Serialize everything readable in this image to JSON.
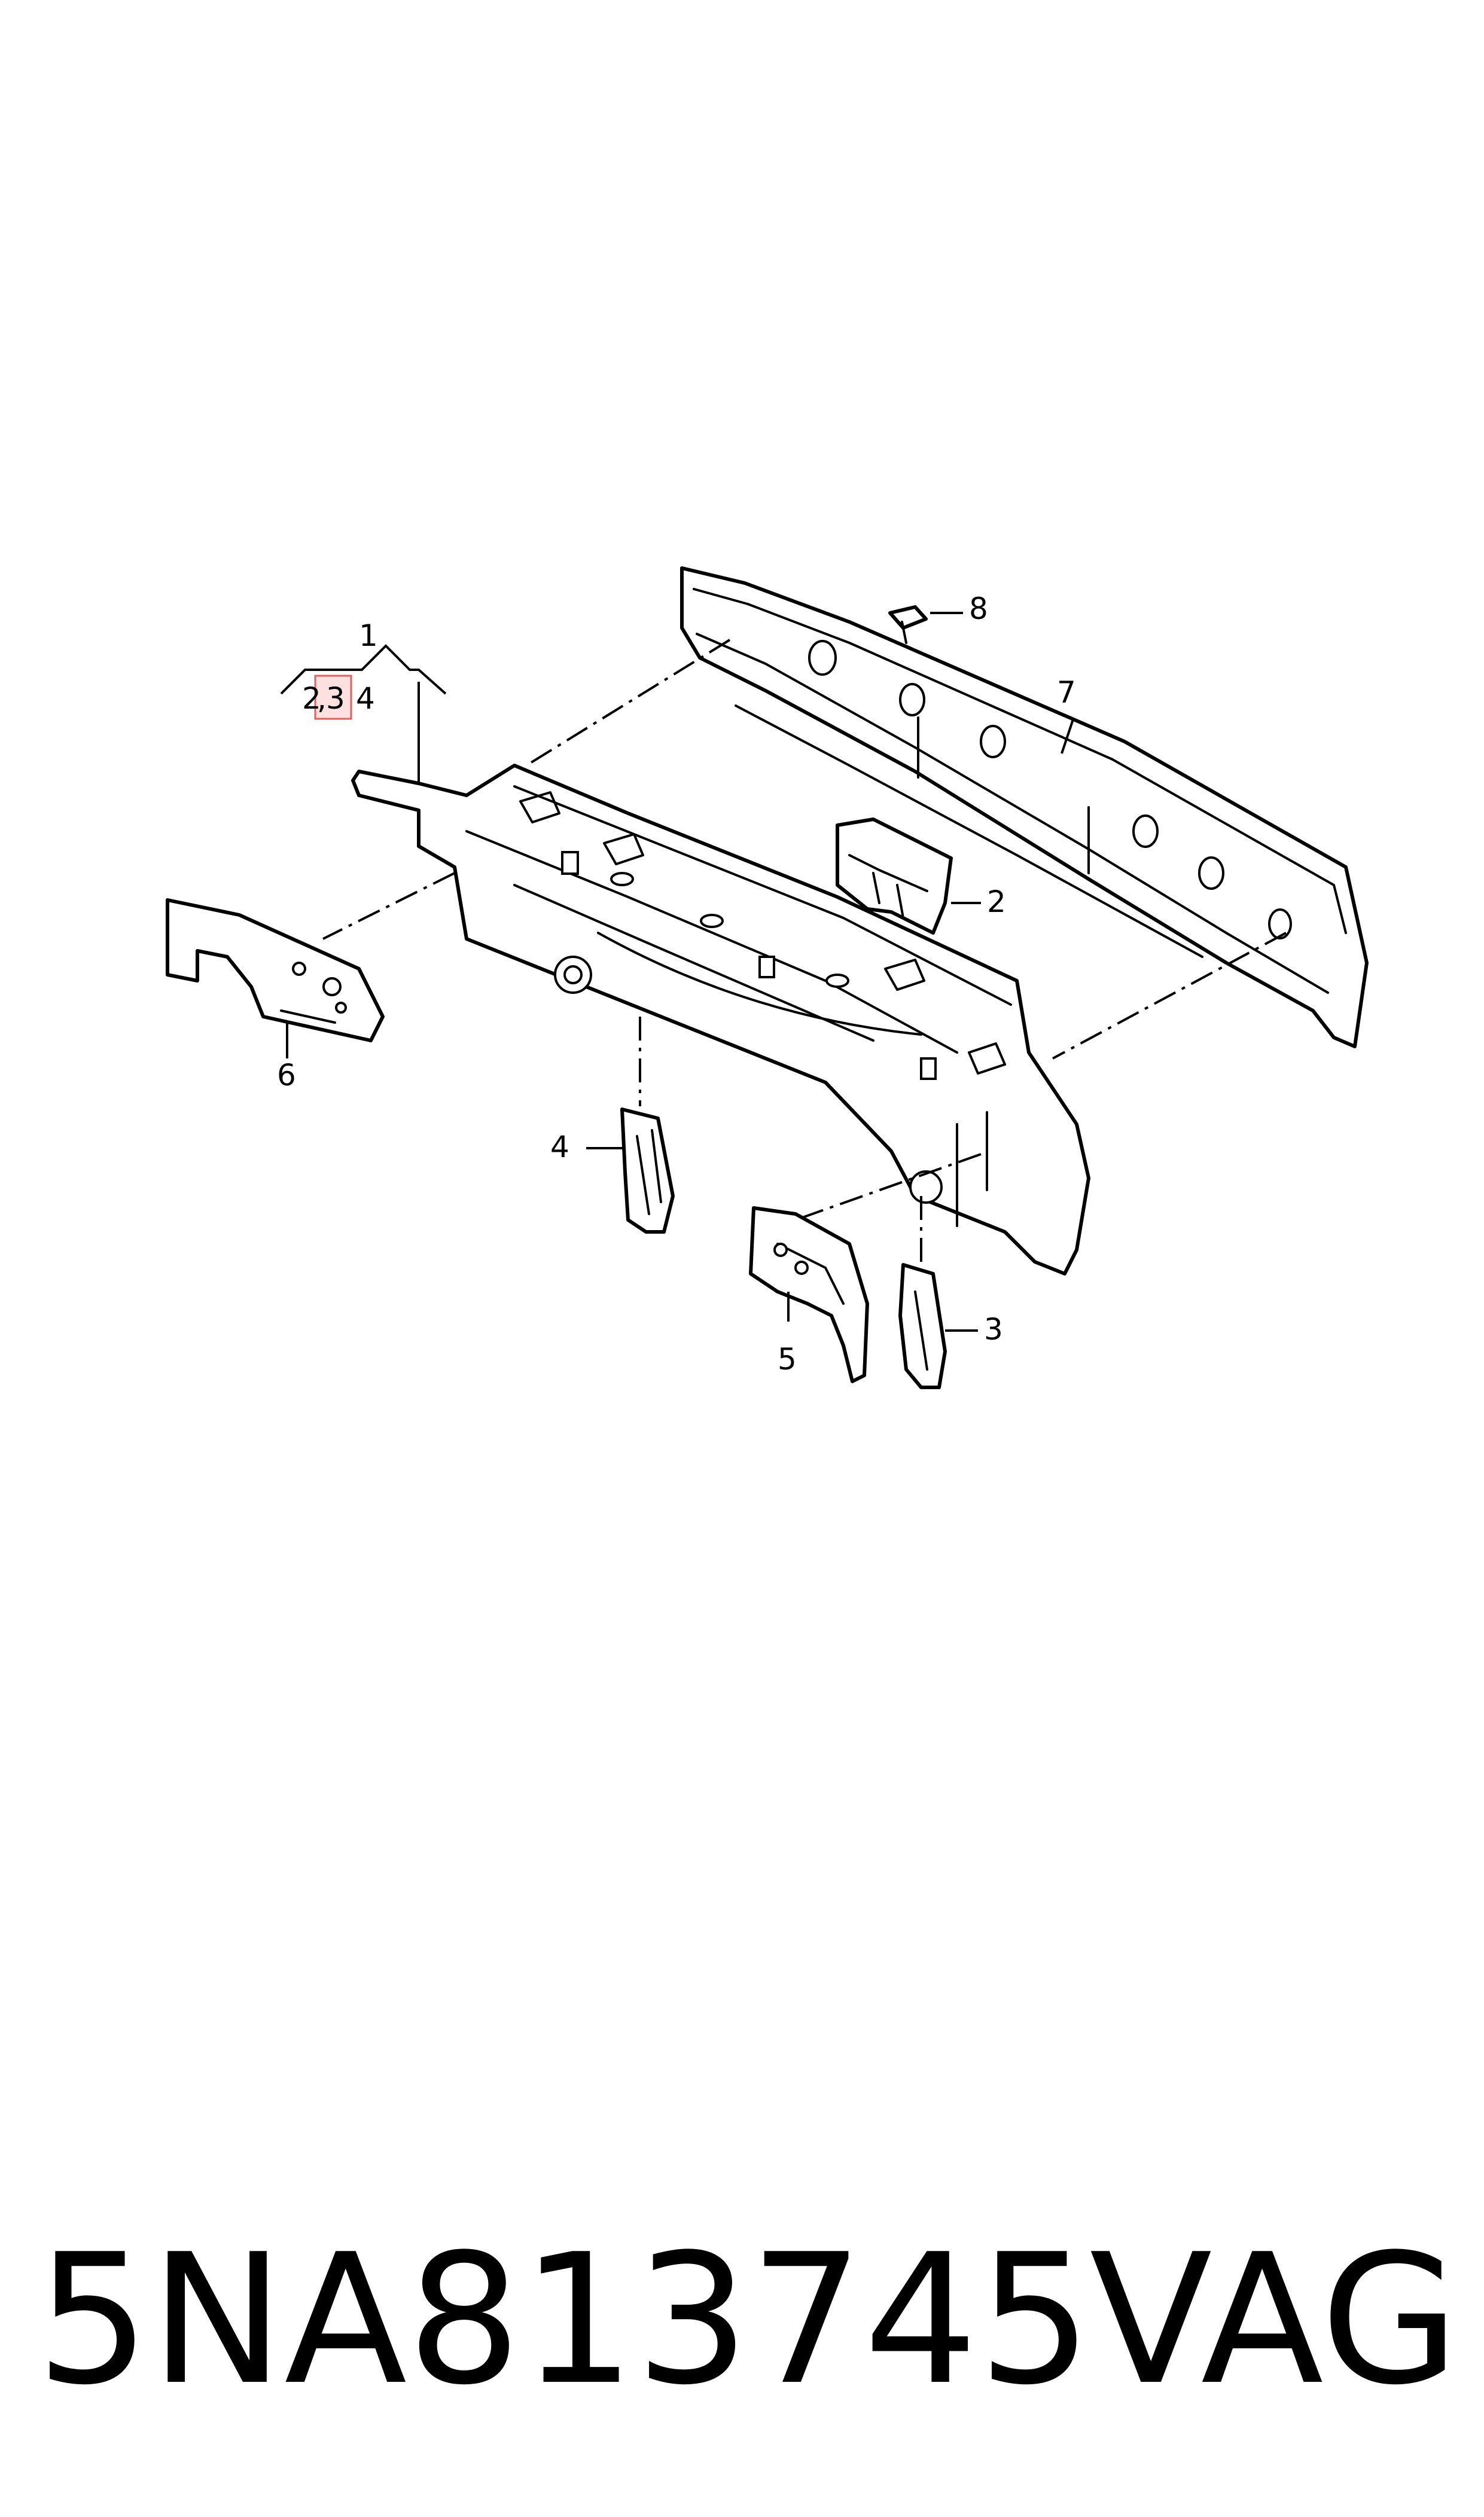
{
  "callouts": {
    "c1": "1",
    "c2_group": "2",
    "c3_group": "3",
    "c4_group": "4",
    "c2": "2",
    "c3": "3",
    "c4": "4",
    "c5": "5",
    "c6": "6",
    "c7": "7",
    "c8": "8",
    "group_separator": ","
  },
  "highlighted_callout": "3",
  "footer": {
    "part_number": "5NA813745",
    "brand": "VAG"
  },
  "colors": {
    "line": "#000000",
    "highlight_fill": "#fde0e0",
    "highlight_stroke": "#e06060"
  }
}
